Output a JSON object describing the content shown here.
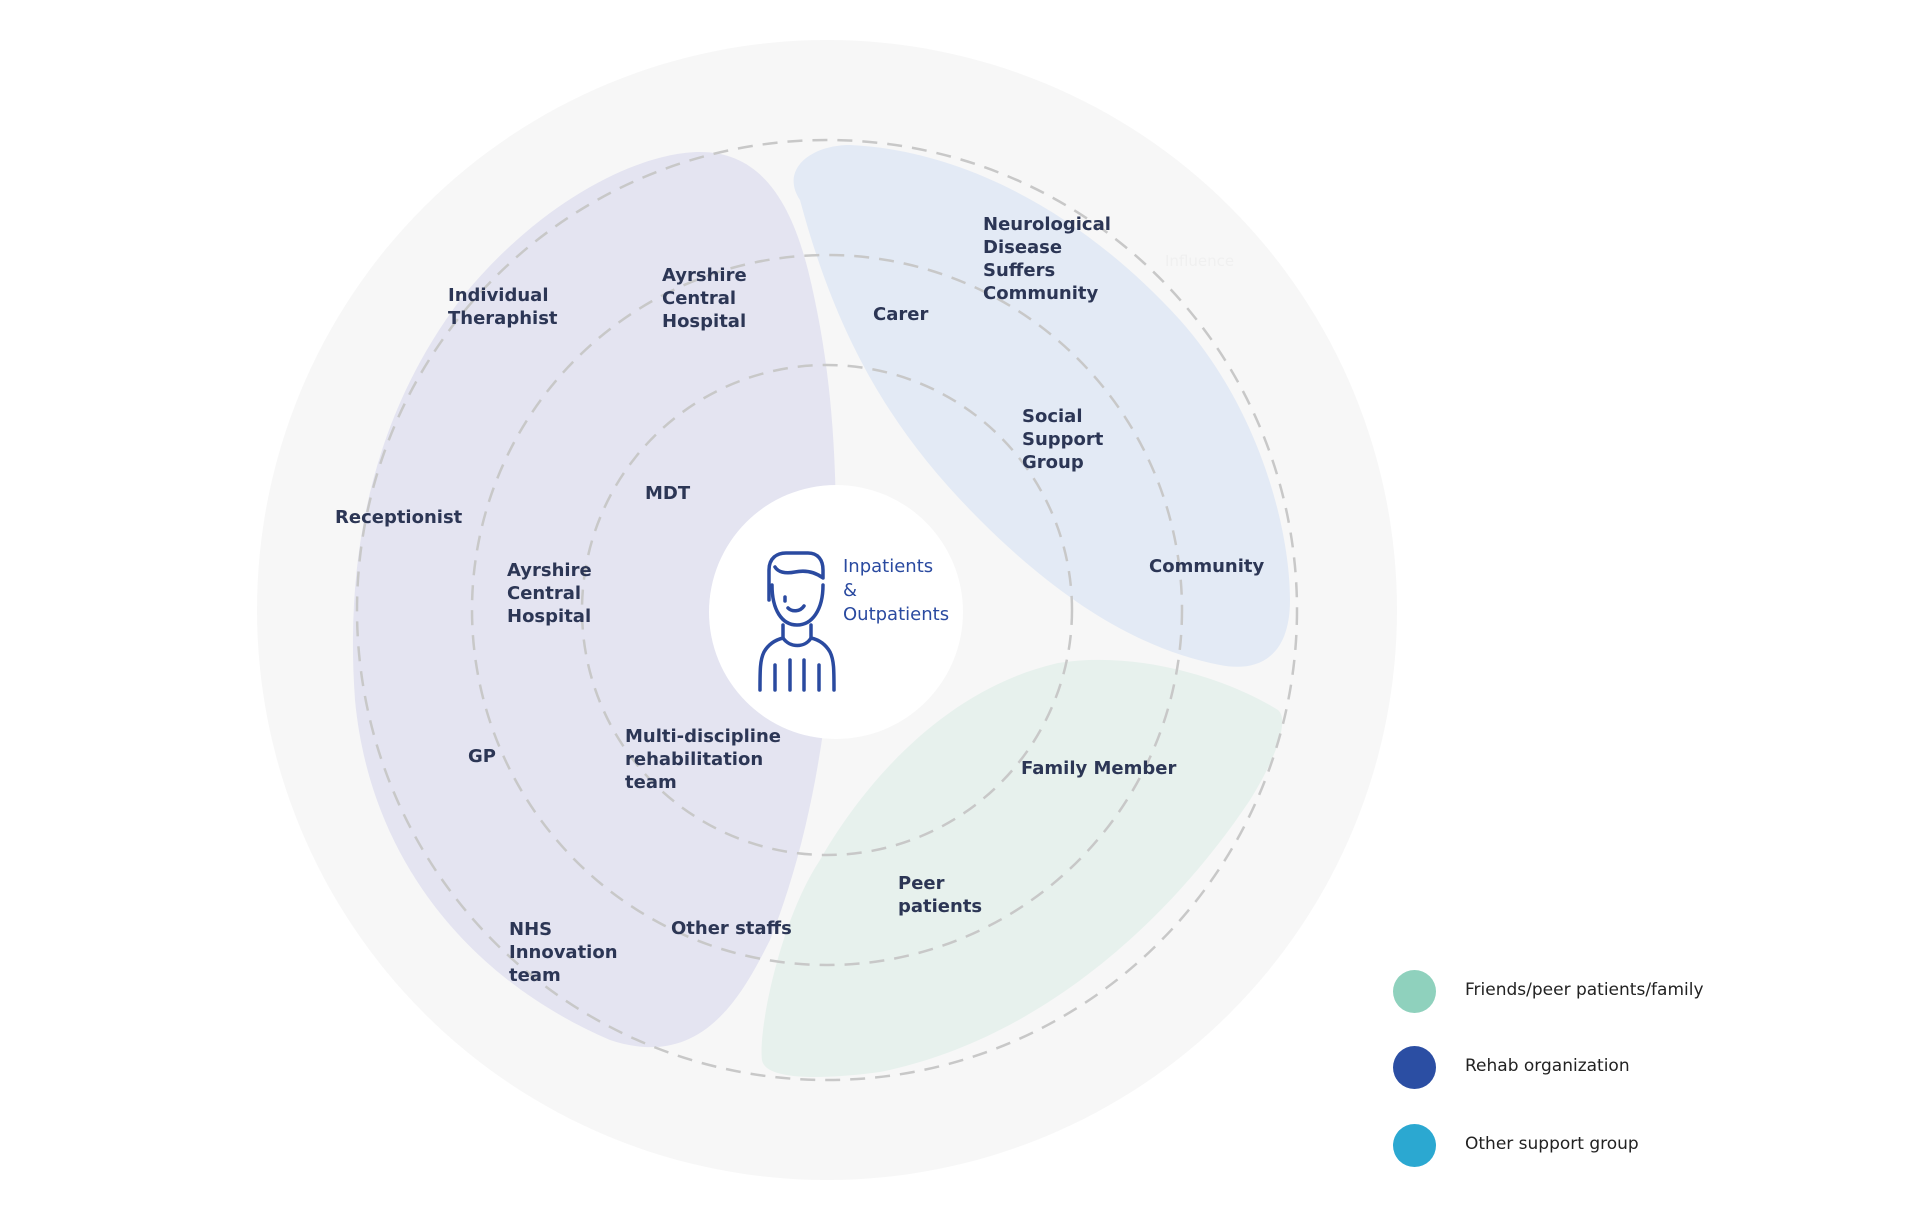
{
  "center": {
    "label": "Inpatients\n&\nOutpatients"
  },
  "rehab_labels": {
    "individual_therapist": "Individual\nTheraphist",
    "ayrshire_outer": "Ayrshire\nCentral\nHospital",
    "receptionist": "Receptionist",
    "mdt": "MDT",
    "ayrshire_inner": "Ayrshire\nCentral\nHospital",
    "gp": "GP",
    "mdrt": "Multi-discipline\nrehabilitation\nteam",
    "nhs": "NHS\nInnovation\nteam",
    "other_staffs": "Other staffs"
  },
  "support_labels": {
    "neuro": "Neurological\nDisease\nSuffers\nCommunity",
    "carer": "Carer",
    "social": "Social\nSupport\nGroup",
    "community": "Community"
  },
  "friends_labels": {
    "family": "Family Member",
    "peer": "Peer\npatients"
  },
  "faint_label": "Influence",
  "legend": [
    {
      "label": "Friends/peer patients/family",
      "color": "#8fd1bd"
    },
    {
      "label": "Rehab organization",
      "color": "#2b4ea3"
    },
    {
      "label": "Other support group",
      "color": "#2ba8d1"
    }
  ],
  "colors": {
    "outer_ring": "#f7f7f7",
    "rehab_region": "#e4e4f1",
    "support_region": "#e3eaf5",
    "friends_region": "#e7f1ed",
    "dashed_ring": "#c8c8c8",
    "icon": "#2a4aa0"
  }
}
